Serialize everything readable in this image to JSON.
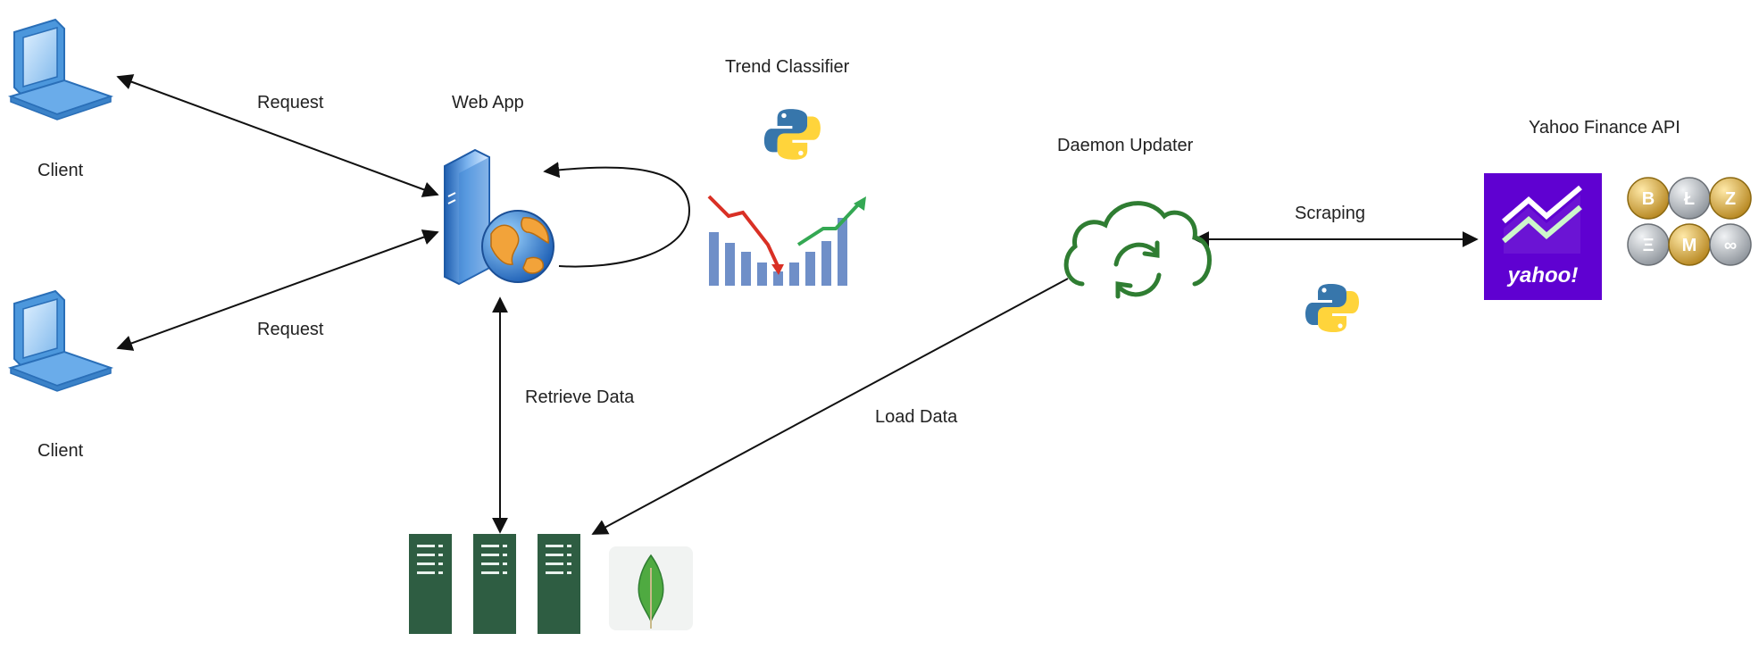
{
  "labels": {
    "client_top": "Client",
    "client_bottom": "Client",
    "request_top": "Request",
    "request_bottom": "Request",
    "web_app": "Web App",
    "trend_classifier": "Trend Classifier",
    "retrieve_data": "Retrieve Data",
    "load_data": "Load Data",
    "daemon_updater": "Daemon Updater",
    "scraping": "Scraping",
    "yahoo_finance_api": "Yahoo Finance API"
  },
  "logos": {
    "yahoo_text": "yahoo!",
    "coin_glyphs": [
      "B",
      "Ł",
      "Z",
      "Ξ",
      "M",
      "∞"
    ]
  },
  "colors": {
    "laptop_blue": "#3f8fd8",
    "server_green": "#2e5d42",
    "cloud_green": "#2f7d32",
    "yahoo_purple": "#5f01d1",
    "mongo_green": "#4faa41",
    "python_blue": "#3776ab",
    "python_yellow": "#ffd43b",
    "chart_bar": "#6f8fc8",
    "trend_down": "#d93025",
    "trend_up": "#34a853",
    "coin_gold": "#c9a23a",
    "coin_grey": "#9aa0a6"
  },
  "icons": {
    "client": "laptop-icon",
    "web_app": "web-server-icon",
    "classifier": "python-logo-icon",
    "chart": "trend-chart-icon",
    "daemon": "cloud-sync-icon",
    "database": "server-rack-icon",
    "mongo": "mongodb-leaf-icon",
    "yahoo": "yahoo-finance-icon",
    "coins": "crypto-coins-icon"
  }
}
